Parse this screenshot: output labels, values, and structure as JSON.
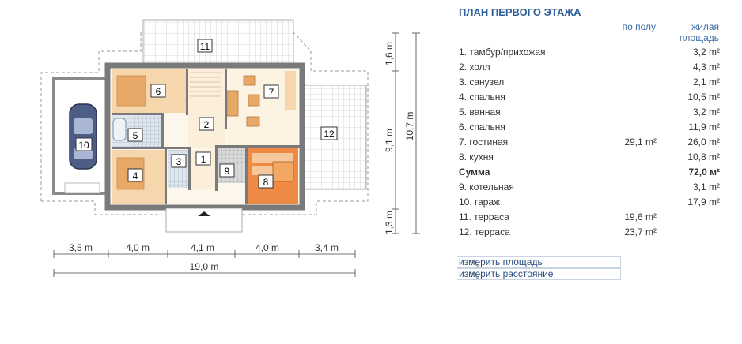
{
  "panel": {
    "title": "ПЛАН ПЕРВОГО ЭТАЖА",
    "col_floor": "по полу",
    "col_living_1": "жилая",
    "col_living_2": "площадь",
    "rows": [
      {
        "name": "1. тамбур/прихожая",
        "floor": "",
        "living": "3,2 m²"
      },
      {
        "name": "2. холл",
        "floor": "",
        "living": "4,3 m²"
      },
      {
        "name": "3. санузел",
        "floor": "",
        "living": "2,1 m²"
      },
      {
        "name": "4. спальня",
        "floor": "",
        "living": "10,5 m²"
      },
      {
        "name": "5. ванная",
        "floor": "",
        "living": "3,2 m²"
      },
      {
        "name": "6. спальня",
        "floor": "",
        "living": "11,9 m²"
      },
      {
        "name": "7. гостиная",
        "floor": "29,1 m²",
        "living": "26,0 m²"
      },
      {
        "name": "8. кухня",
        "floor": "",
        "living": "10,8 m²"
      },
      {
        "name": "Сумма",
        "floor": "",
        "living": "72,0 м²",
        "bold": true
      },
      {
        "name": "9. котельная",
        "floor": "",
        "living": "3,1 m²"
      },
      {
        "name": "10. гараж",
        "floor": "",
        "living": "17,9 m²"
      },
      {
        "name": "11. терраса",
        "floor": "19,6 m²",
        "living": ""
      },
      {
        "name": "12. терраса",
        "floor": "23,7 m²",
        "living": ""
      }
    ],
    "tool_area": "измерить площадь",
    "tool_distance": "измерить расстояние"
  },
  "plan": {
    "room_numbers": [
      "1",
      "2",
      "3",
      "4",
      "5",
      "6",
      "7",
      "8",
      "9",
      "10",
      "11",
      "12"
    ],
    "dims_horizontal": [
      "3,5 m",
      "4,0 m",
      "4,1 m",
      "4,0 m",
      "3,4 m"
    ],
    "dim_total": "19,0 m",
    "dims_vertical": [
      "1,6 m",
      "9,1 m",
      "10,7 m",
      "1,3 m"
    ],
    "colors": {
      "wall": "#7a7a7a",
      "room_warm": "#f5d6ad",
      "room_orange": "#e8a868",
      "kitchen": "#ee8a44",
      "terrace_grid": "#b8b8b8"
    }
  }
}
